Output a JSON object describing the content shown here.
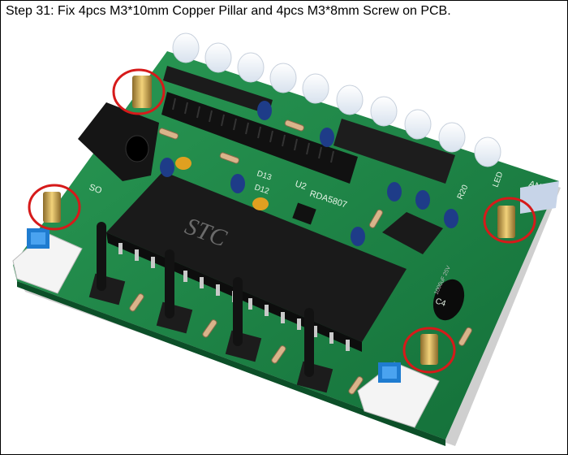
{
  "caption": "Step 31: Fix 4pcs M3*10mm Copper Pillar and 4pcs M3*8mm Screw on PCB.",
  "pcb_text": {
    "chip_brand": "STC",
    "radio_chip": "RDA5807",
    "u2": "U2",
    "ant": "ANT",
    "led": "LED",
    "so": "SO",
    "d13": "D13",
    "d12": "D12",
    "c4": "C4",
    "r20": "R20",
    "cap_value": "1000uF 25V"
  },
  "highlight_color": "#d61a1a",
  "board_color": "#1f8a4c"
}
